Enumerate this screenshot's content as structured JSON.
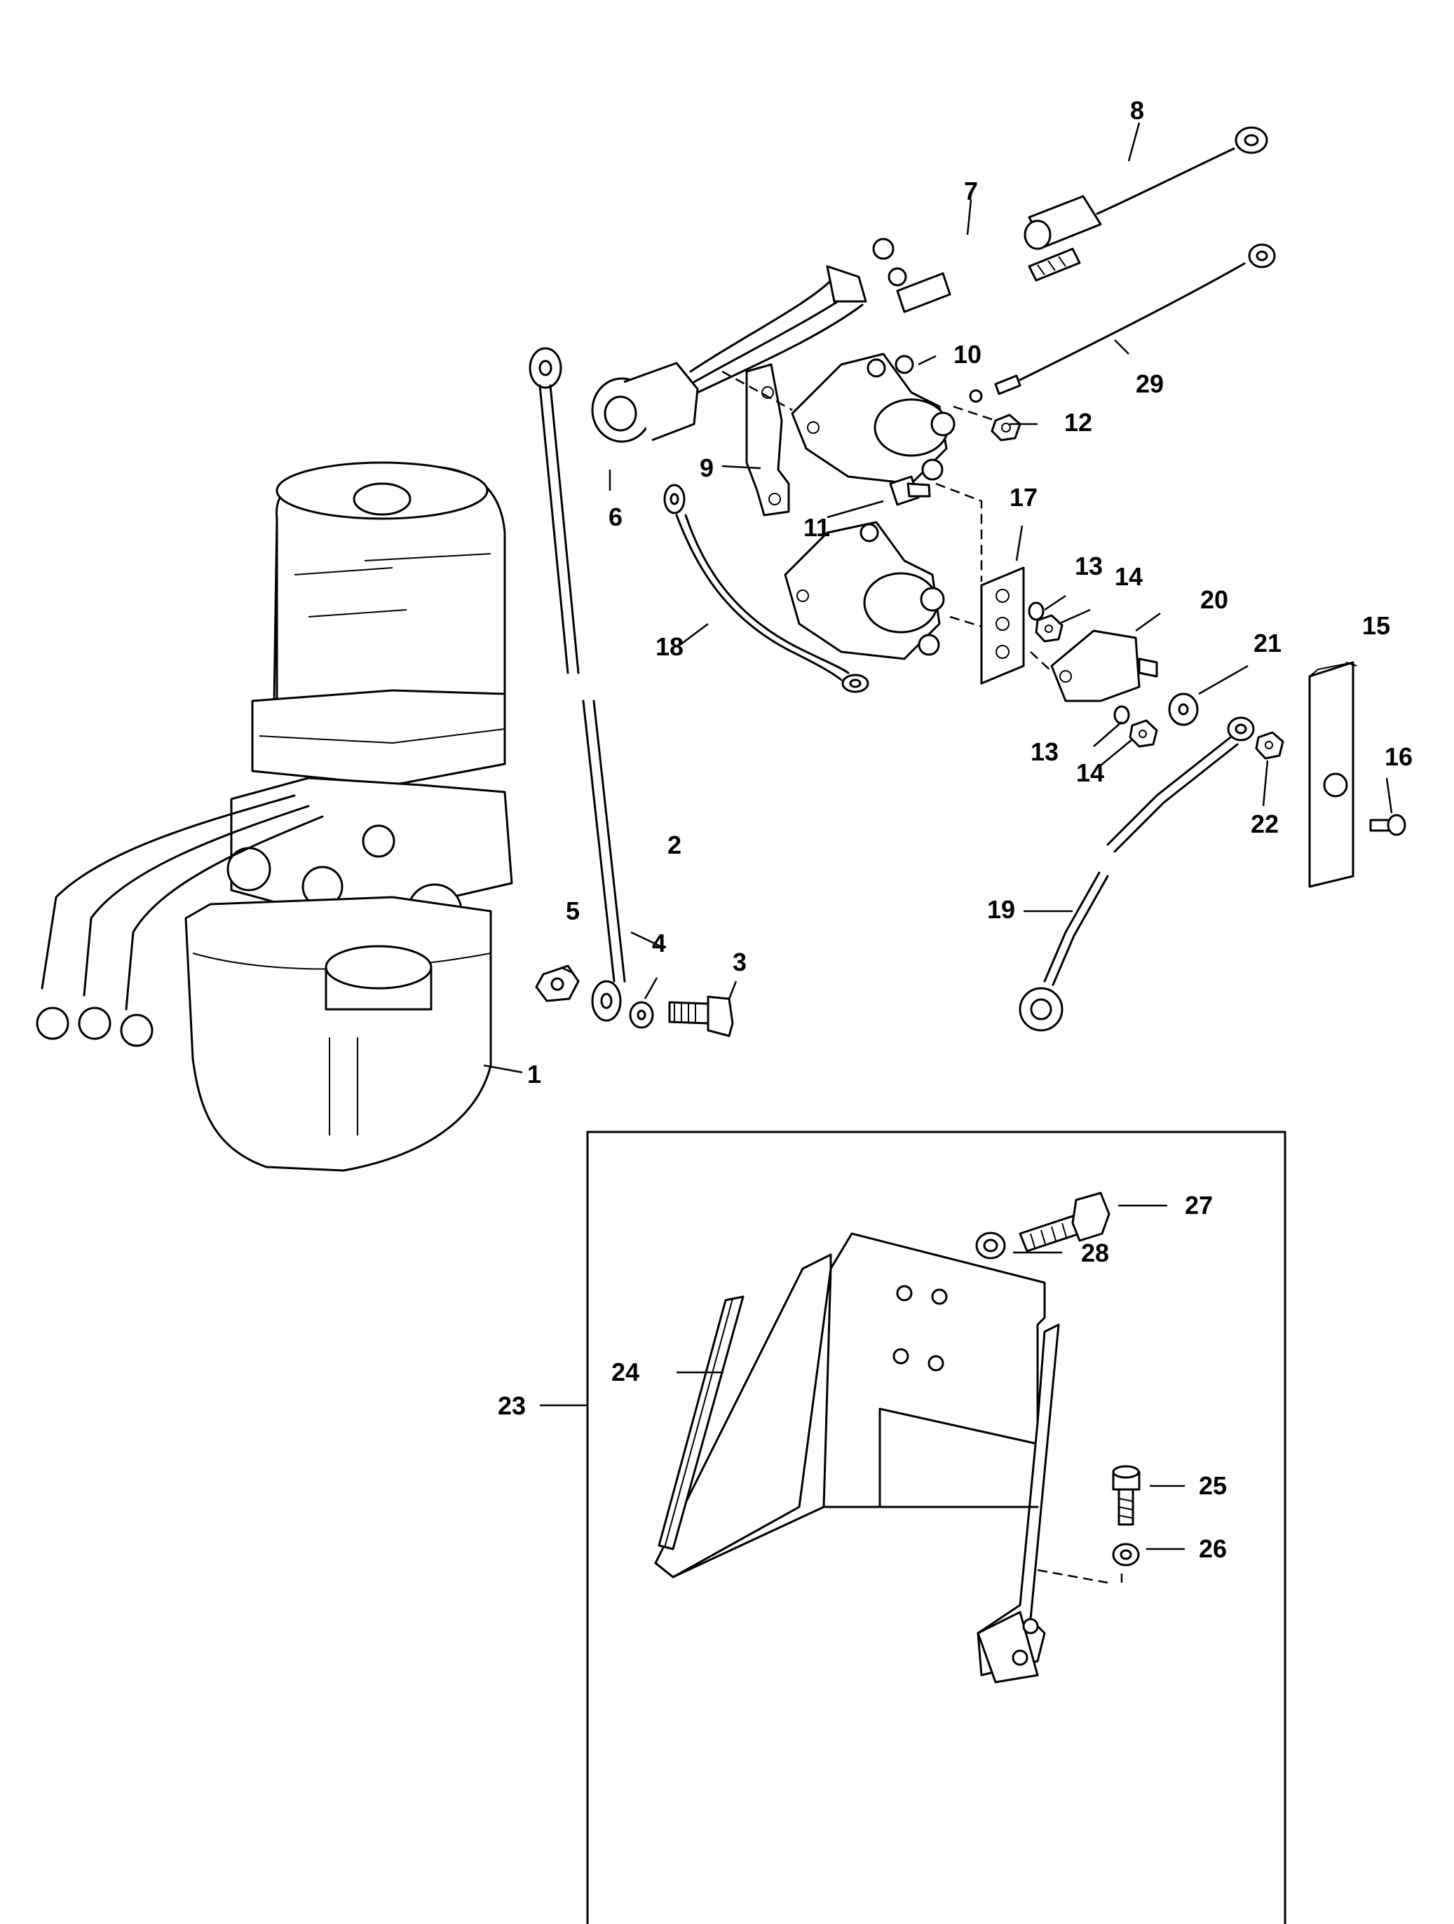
{
  "diagram": {
    "type": "exploded-parts-diagram",
    "callouts": [
      "1",
      "2",
      "3",
      "4",
      "5",
      "6",
      "7",
      "8",
      "9",
      "10",
      "11",
      "12",
      "13",
      "14",
      "15",
      "16",
      "17",
      "18",
      "19",
      "20",
      "21",
      "22",
      "23",
      "24",
      "25",
      "26",
      "27",
      "28",
      "29",
      "13",
      "14"
    ],
    "inset_label": "23"
  }
}
